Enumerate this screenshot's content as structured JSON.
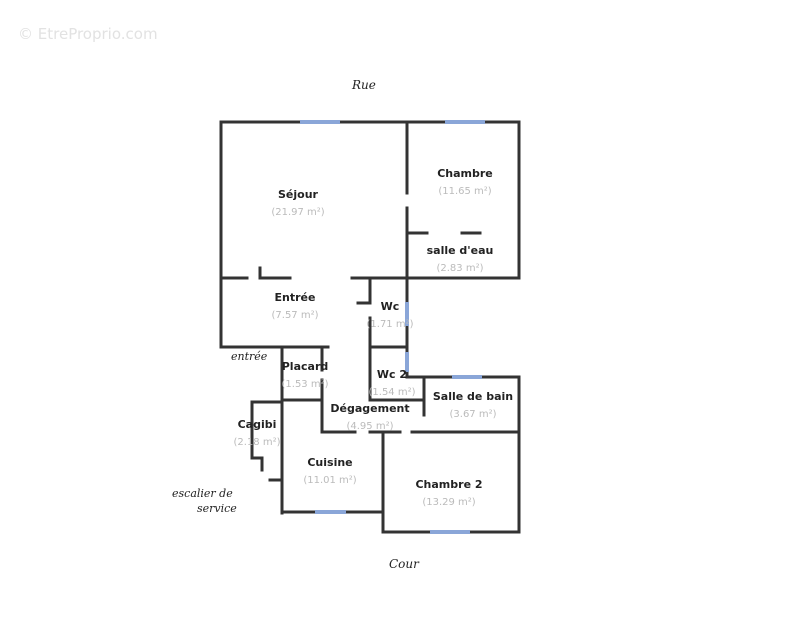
{
  "watermark": "© EtreProprio.com",
  "labels": {
    "street": "Rue",
    "courtyard": "Cour",
    "entrance": "entrée",
    "service_stairs_1": "escalier de",
    "service_stairs_2": "service"
  },
  "rooms": [
    {
      "name": "Séjour",
      "area": "(21.97 m²)"
    },
    {
      "name": "Chambre",
      "area": "(11.65 m²)"
    },
    {
      "name": "salle d'eau",
      "area": "(2.83 m²)"
    },
    {
      "name": "Entrée",
      "area": "(7.57 m²)"
    },
    {
      "name": "Wc",
      "area": "(1.71 m²)"
    },
    {
      "name": "Placard",
      "area": "(1.53 m²)"
    },
    {
      "name": "Wc 2",
      "area": "(1.54 m²)"
    },
    {
      "name": "Salle de bain",
      "area": "(3.67 m²)"
    },
    {
      "name": "Dégagement",
      "area": "(4.95 m²)"
    },
    {
      "name": "Cagibi",
      "area": "(2.18 m²)"
    },
    {
      "name": "Cuisine",
      "area": "(11.01 m²)"
    },
    {
      "name": "Chambre 2",
      "area": "(13.29 m²)"
    }
  ],
  "colors": {
    "wall": "#333333",
    "window": "#8aa6d8"
  }
}
